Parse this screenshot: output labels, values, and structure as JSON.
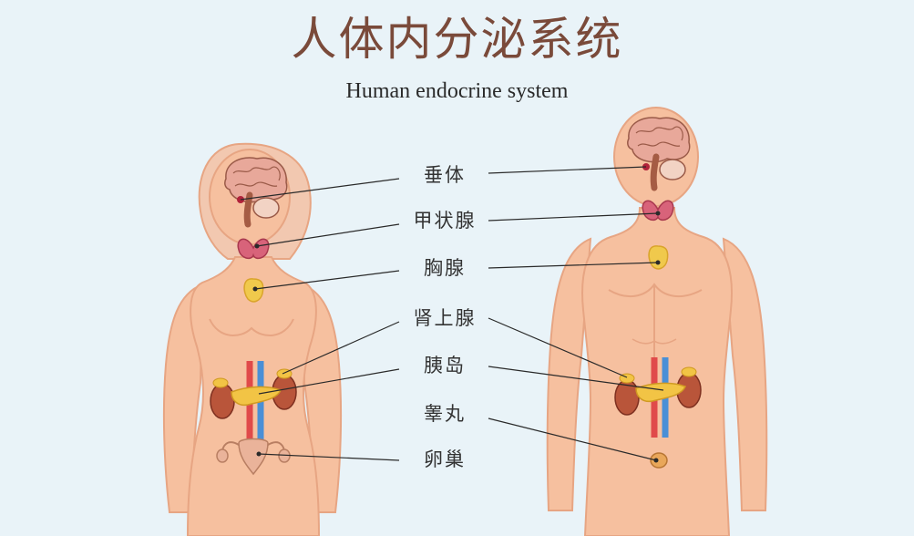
{
  "title": {
    "zh": "人体内分泌系统",
    "en": "Human endocrine system"
  },
  "labels": [
    "垂体",
    "甲状腺",
    "胸腺",
    "肾上腺",
    "胰岛",
    "睾丸",
    "卵巢"
  ],
  "colors": {
    "background": "#e9f3f8",
    "skin": "#f6c09f",
    "skin_outline": "#e7a583",
    "title": "#7a4a3a",
    "brain": "#e8a89a",
    "thyroid": "#d8637a",
    "thymus": "#f0c94c",
    "adrenal": "#f2c445",
    "kidney": "#b9553a",
    "artery": "#e04a4a",
    "vein": "#4a8fd6",
    "uterus": "#eab39a",
    "testis": "#e9a75a",
    "leader_line": "#2a2a2a"
  }
}
